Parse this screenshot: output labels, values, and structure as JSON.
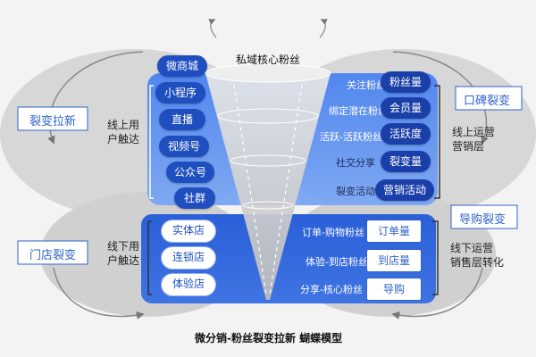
{
  "diagram": {
    "top_title": "私域核心粉丝",
    "bottom_title": "微分销-粉丝裂变拉新 蝴蝶模型",
    "left_corner": {
      "top": "裂变拉新",
      "bottom": "门店裂变"
    },
    "right_corner": {
      "top": "口碑裂变",
      "bottom": "导购裂变"
    },
    "left_upper_label": "线上用\n户触达",
    "left_lower_label": "线下用\n户触达",
    "right_upper_label": "线上运营\n营销层",
    "right_lower_label": "线下运营\n销售层转化",
    "online_channels": [
      "微商城",
      "小程序",
      "直播",
      "视频号",
      "公众号",
      "社群"
    ],
    "offline_channels": [
      "实体店",
      "连锁店",
      "体验店"
    ],
    "online_steps": [
      {
        "label": "关注粉丝",
        "metric": "粉丝量"
      },
      {
        "label": "绑定潜在粉丝",
        "metric": "会员量"
      },
      {
        "label": "活跃-活跃粉丝",
        "metric": "活跃度"
      },
      {
        "label": "社交分享",
        "metric": "裂变量"
      },
      {
        "label": "裂变活动",
        "metric": "营销活动"
      }
    ],
    "offline_steps": [
      {
        "label": "订单-购物粉丝",
        "metric": "订单量"
      },
      {
        "label": "体验-到店粉丝",
        "metric": "到店量"
      },
      {
        "label": "分享-核心粉丝",
        "metric": "导购"
      }
    ],
    "colors": {
      "upper_panel": "#5b8ff0",
      "lower_panel": "#2f63e0",
      "pill": "#1f4fbf",
      "wing": "#d6d6d6",
      "funnel": "#d9d9d9"
    }
  }
}
